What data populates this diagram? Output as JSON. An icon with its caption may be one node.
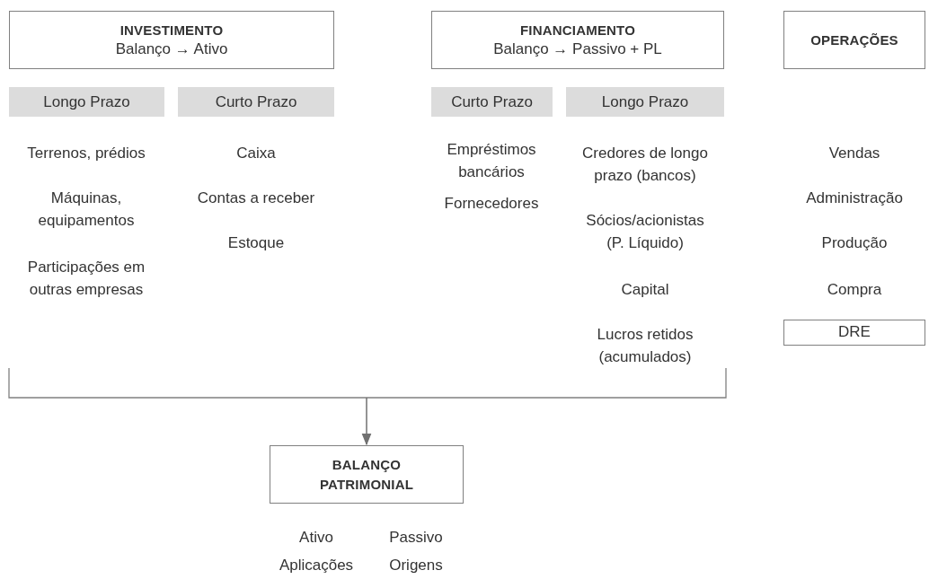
{
  "diagram": {
    "nodes": [
      {
        "text": [
          "INVESTIMENTO",
          "Balanço → Ativo"
        ]
      },
      {
        "text": [
          "FINANCIAMENTO",
          "Balanço → Passivo + PL"
        ]
      },
      {
        "text": [
          "OPERAÇÕES"
        ]
      },
      {
        "text": [
          "Longo Prazo"
        ]
      },
      {
        "text": [
          "Curto Prazo"
        ]
      },
      {
        "text": [
          "Curto Prazo"
        ]
      },
      {
        "text": [
          "Longo Prazo"
        ]
      },
      {
        "text": [
          "DRE"
        ]
      },
      {
        "text": [
          "BALANÇO PATRIMONIAL"
        ]
      },
      {
        "text": [],
        "shape": "bracket"
      }
    ],
    "edges": [
      {
        "from": 9,
        "to": 8,
        "arrow": "to"
      }
    ],
    "labels": [
      "Terrenos, prédios",
      "Máquinas, equipamentos",
      "Participações em outras empresas",
      "Caixa",
      "Contas a receber",
      "Estoque",
      "Empréstimos bancários",
      "Fornecedores",
      "Credores de longo prazo (bancos)",
      "Sócios/acionistas (P. Líquido)",
      "Capital",
      "Lucros retidos (acumulados)",
      "Vendas",
      "Administração",
      "Produção",
      "Compra",
      "Ativo",
      "Passivo",
      "Aplicações",
      "Origens"
    ]
  }
}
